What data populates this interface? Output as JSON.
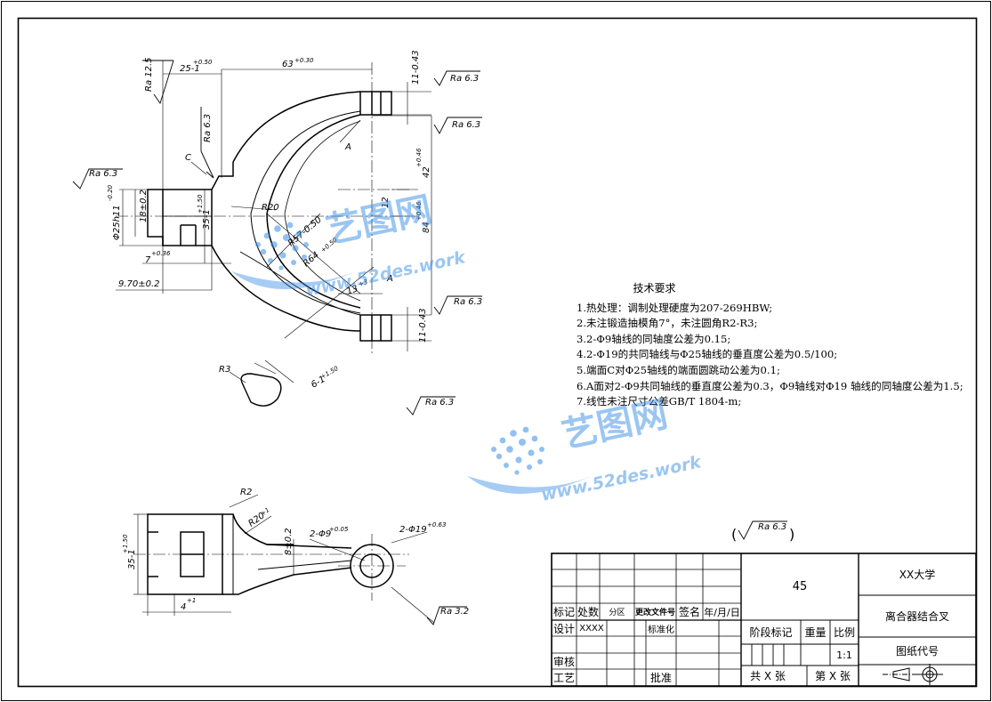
{
  "drawing": {
    "dims_top": {
      "d1": "25-1",
      "d1_tol": "+0.50",
      "d2": "63",
      "d2_tol": "+0.30",
      "ra_left_vert": "Ra 12.5",
      "ra_left2": "Ra 6.3",
      "c_label": "C",
      "ra_left_h": "Ra 6.3",
      "d_phi25": "Φ25h11",
      "d_phi25_tol": "-0.20",
      "d_18": "18±0.2",
      "d_35": "35-1",
      "d_35_tol": "+1.50",
      "d_7": "7",
      "d_7_tol": "+0.36",
      "d_970": "9.70±0.2",
      "r20": "R20",
      "r57": "R57-0.50",
      "r64": "R64",
      "r64_tol": "+0.50",
      "a_label_upper": "A",
      "a_label_lower": "A",
      "d_13": "13",
      "d_13_tol": "+3",
      "d_11_top": "11-0.43",
      "ra_top_right": "Ra 6.3",
      "ra_mid_right": "Ra 6.3",
      "d_42": "42",
      "d_42_tol": "+0.46",
      "d_12": "12",
      "d_84": "84",
      "d_84_tol": "+0.46",
      "ra_low_right": "Ra 6.3",
      "d_11_bot": "11-0.43",
      "r3": "R3",
      "d_6": "6-1",
      "d_6_tol": "+1.50",
      "ra_bottom_mid": "Ra 6.3"
    },
    "dims_bottom": {
      "r2": "R2",
      "r20": "R20",
      "r20_tol": "+1",
      "d_35": "35-1",
      "d_35_tol": "+1.50",
      "d_4": "4",
      "d_4_tol": "+1",
      "d_8": "8±0.2",
      "d_holes9": "2-Φ9",
      "d_holes9_tol": "+0.05",
      "d_holes19": "2-Φ19",
      "d_holes19_tol": "+0.63",
      "ra_bottom": "Ra 3.2"
    }
  },
  "requirements": {
    "title": "技术要求",
    "lines": [
      "1.热处理：调制处理硬度为207-269HBW;",
      "2.未注锻造抽模角7°，未注圆角R2-R3;",
      "3.2-Φ9轴线的同轴度公差为0.15;",
      "4.2-Φ19的共同轴线与Φ25轴线的垂直度公差为0.5/100;",
      "5.端面C对Φ25轴线的端面圆跳动公差为0.1;",
      "6.A面对2-Φ9共同轴线的垂直度公差为0.3，Φ9轴线对Φ19 轴线的同轴度公差为1.5;",
      "7.线性未注尺寸公差GB/T 1804-m;"
    ]
  },
  "roughness_general": "Ra 6.3",
  "title_block": {
    "material": "45",
    "school": "XX大学",
    "part_name": "离合器结合叉",
    "drawing_code_label": "图纸代号",
    "scale_value": "1:1",
    "stage_mark": "阶段标记",
    "weight": "重量",
    "scale": "比例",
    "sheets_total": "共 X 张",
    "sheet_no": "第 X 张",
    "mark": "标记",
    "count": "处数",
    "zone": "分区",
    "change_doc": "更改文件号",
    "signature": "签名",
    "date": "年/月/日",
    "design": "设计",
    "designer": "XXXX",
    "standardize": "标准化",
    "review": "审核",
    "process": "工艺",
    "approve": "批准"
  },
  "watermark": {
    "brand": "艺图网",
    "url": "www.52des.work"
  },
  "colors": {
    "line": "#000000",
    "watermark": "#3a8ee6",
    "watermark_light": "#9cc9f5"
  }
}
